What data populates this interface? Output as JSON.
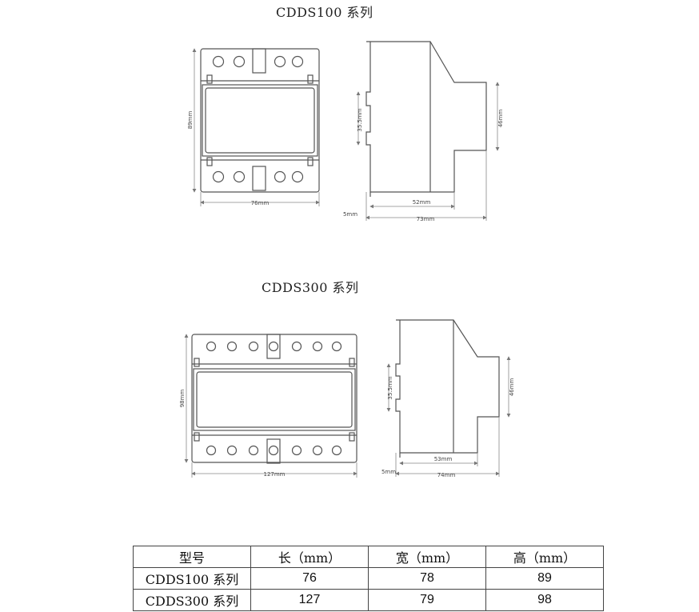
{
  "section1": {
    "title": "CDDS100 系列",
    "dims": {
      "height": "89mm",
      "width": "76mm",
      "rail": "35.5mm",
      "step": "46mm",
      "depth_a": "52mm",
      "depth_b": "73mm",
      "offset": "5mm"
    }
  },
  "section2": {
    "title": "CDDS300 系列",
    "dims": {
      "height": "98mm",
      "width": "127mm",
      "rail": "35.5mm",
      "step": "46mm",
      "depth_a": "53mm",
      "depth_b": "74mm",
      "offset": "5mm"
    }
  },
  "table": {
    "headers": [
      "型号",
      "长（mm）",
      "宽（mm）",
      "高（mm）"
    ],
    "rows": [
      [
        "CDDS100 系列",
        "76",
        "78",
        "89"
      ],
      [
        "CDDS300 系列",
        "127",
        "79",
        "98"
      ]
    ]
  },
  "colors": {
    "line": "#555555",
    "dimline": "#888888"
  }
}
